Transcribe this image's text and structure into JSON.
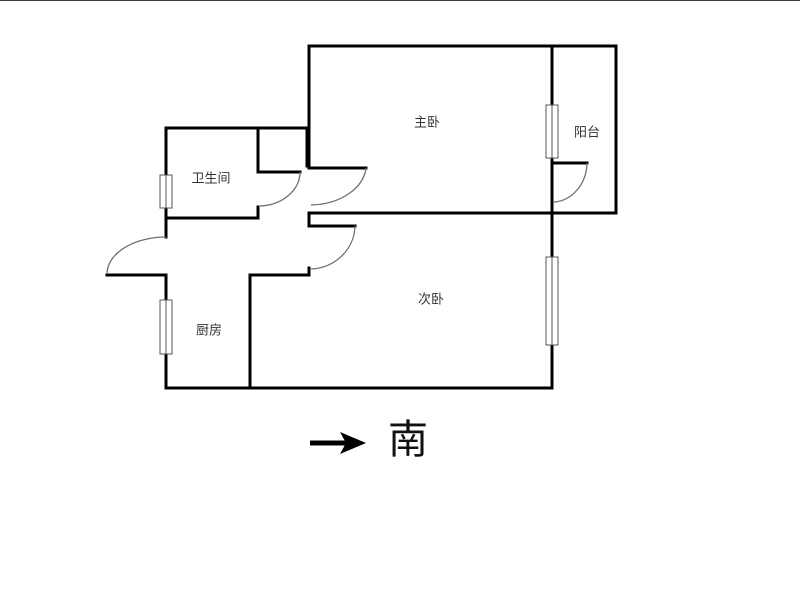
{
  "floorplan": {
    "rooms": {
      "master_bedroom": "主卧",
      "balcony": "阳台",
      "bathroom": "卫生间",
      "second_bedroom": "次卧",
      "kitchen": "厨房"
    },
    "compass": {
      "direction_label": "南",
      "arrow": "right-arrow"
    },
    "colors": {
      "wall": "#000000",
      "door_arc": "#707070",
      "window": "#555555",
      "background": "#ffffff"
    }
  }
}
